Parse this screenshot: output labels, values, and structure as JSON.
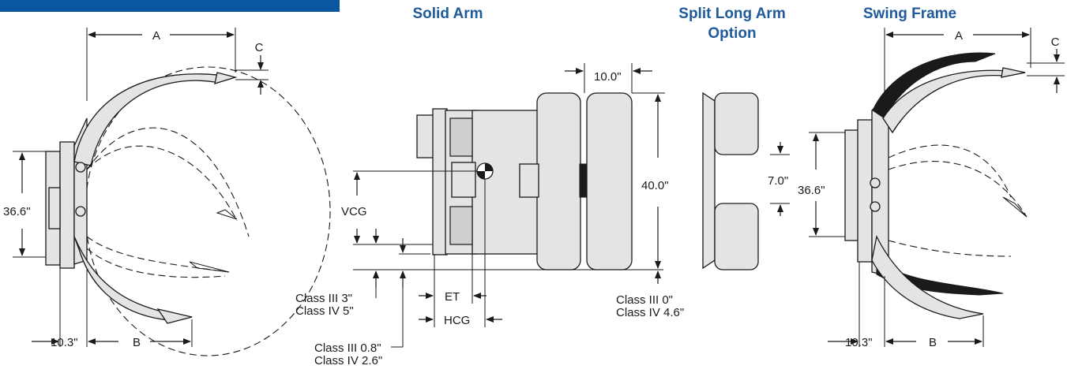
{
  "colors": {
    "banner": "#0a56a0",
    "heading": "#1f5a9c",
    "ink": "#1a1a1a",
    "fill": "#e4e4e4"
  },
  "headings": {
    "solid_arm": "Solid Arm",
    "split_line1": "Split Long Arm",
    "split_line2": "Option",
    "swing_frame": "Swing Frame"
  },
  "left_view": {
    "dim_a": "A",
    "dim_b": "B",
    "dim_c": "C",
    "height": "36.6\"",
    "offset": "10.3\""
  },
  "center_view": {
    "top_width": "10.0\"",
    "height": "40.0\"",
    "vcg": "VCG",
    "et": "ET",
    "hcg": "HCG",
    "class_a_line1": "Class III 3\"",
    "class_a_line2": "Class IV 5\"",
    "class_b_line1": "Class III  0.8\"",
    "class_b_line2": "Class IV  2.6\"",
    "class_c_line1": "Class III  0\"",
    "class_c_line2": "Class IV 4.6\""
  },
  "split_view": {
    "gap": "7.0\""
  },
  "right_view": {
    "dim_a": "A",
    "dim_b": "B",
    "dim_c": "C",
    "height": "36.6\"",
    "offset": "10.3\""
  }
}
